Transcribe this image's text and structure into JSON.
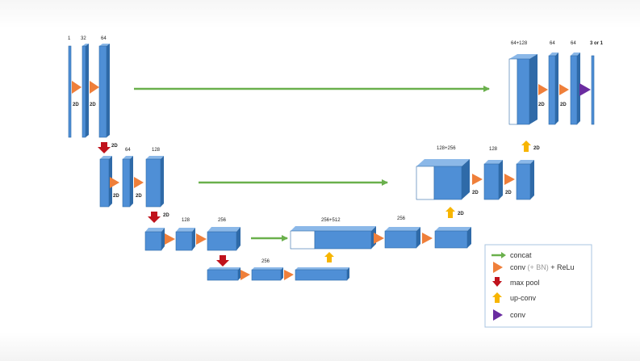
{
  "colors": {
    "block": "#4f8fd6",
    "block_side": "#2f6aa8",
    "block_top": "#8bb8e8",
    "concat": "#6ab04c",
    "conv": "#ef7f3a",
    "maxpool": "#c0121c",
    "upconv": "#f7b500",
    "final_conv": "#6a2ca0"
  },
  "labels": {
    "l1_a": "1",
    "l1_b": "32",
    "l1_c": "64",
    "l2_a": "64",
    "l2_b": "128",
    "l3_a": "128",
    "l3_b": "256",
    "l4_a": "256",
    "r1_a": "64+128",
    "r1_b": "64",
    "r1_c": "64",
    "r1_d": "3 or 1",
    "r2_a": "128+256",
    "r2_b": "128",
    "r3_a": "256+512",
    "r3_b": "256",
    "d2": "2D"
  },
  "legend": {
    "concat": "concat",
    "conv_pre": "conv ",
    "conv_opt": "(+ BN)",
    "conv_post": " + ReLu",
    "maxpool": "max pool",
    "upconv": "up-conv",
    "final_conv": "conv"
  }
}
